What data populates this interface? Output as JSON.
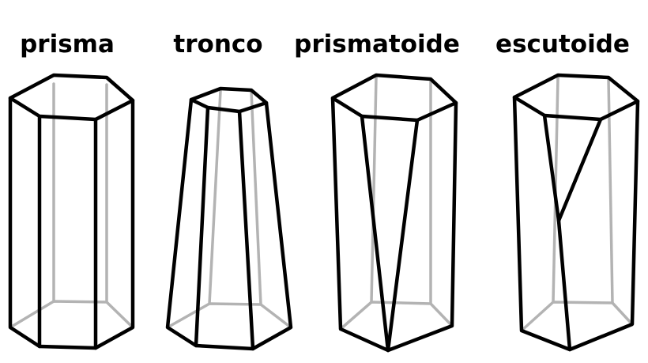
{
  "solids": [
    {
      "id": "prisma",
      "label": "prisma"
    },
    {
      "id": "tronco",
      "label": "tronco"
    },
    {
      "id": "prismatoide",
      "label": "prismatoide"
    },
    {
      "id": "escutoide",
      "label": "escutoide"
    }
  ],
  "colors": {
    "visible_edge": "#000000",
    "hidden_edge": "#b3b3b3",
    "background": "#ffffff"
  }
}
